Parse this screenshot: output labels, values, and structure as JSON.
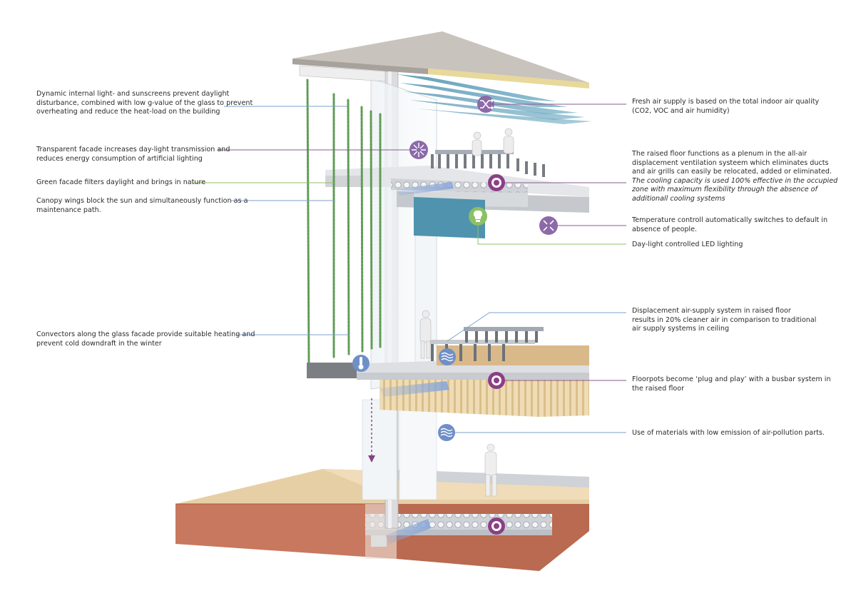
{
  "colors": {
    "leader_blue": "#7f9fcf",
    "leader_purple": "#8a5a8f",
    "leader_green": "#8cc06a",
    "icon_purple": "#8c6aa8",
    "icon_target": "#8b3f86",
    "icon_blue": "#6f8fc8",
    "icon_green": "#8cc063",
    "brick": "#c4735a",
    "timber": "#e8d2aa",
    "glass_teal": "#4f93ae",
    "steel": "#d7d7da",
    "greenery": "#5f9c55"
  },
  "icons": [
    {
      "id": "fresh-air-icon",
      "name": "shuffle-icon"
    },
    {
      "id": "air-quality-icon",
      "name": "expand-arrows-icon"
    },
    {
      "id": "plenum-icon",
      "name": "target-icon"
    },
    {
      "id": "led-icon",
      "name": "lightbulb-icon"
    },
    {
      "id": "temperature-icon",
      "name": "expand-arrows-icon"
    },
    {
      "id": "convector-icon",
      "name": "thermometer-icon"
    },
    {
      "id": "displacement-icon",
      "name": "airflow-icon"
    },
    {
      "id": "floorpot-icon",
      "name": "target-icon"
    },
    {
      "id": "materials-icon",
      "name": "airflow-icon"
    },
    {
      "id": "ground-plenum-icon",
      "name": "target-icon"
    }
  ],
  "annotations": {
    "sunscreens": {
      "lines": [
        "Dynamic internal light- and sunscreens prevent daylight",
        "disturbance, combined with low g-value of the glass to prevent",
        "overheating and reduce the heat-load on the building"
      ]
    },
    "transparent_facade": {
      "lines": [
        "Transparent facade increases day-light transmission and",
        "reduces energy consumption of artificial lighting"
      ]
    },
    "green_facade": {
      "lines": [
        "Green facade filters daylight and brings in nature"
      ]
    },
    "canopy": {
      "lines": [
        "Canopy wings block the sun and simultaneously function as a",
        "maintenance path."
      ]
    },
    "convectors": {
      "lines": [
        "Convectors along the glass facade provide suitable heating and",
        "prevent cold downdraft in the winter"
      ]
    },
    "fresh_air": {
      "lines": [
        "Fresh air supply is based on the total indoor air quality",
        "(CO2, VOC and air humidity)"
      ]
    },
    "raised_floor": {
      "lines": [
        "The raised floor functions as a plenum in the all-air",
        "displacement ventilation systeem which eliminates ducts",
        "and air grills can easily be relocated, added or eliminated."
      ],
      "italic_lines": [
        "The cooling capacity is used 100% effective in the occupied",
        "zone with maximum flexibility through the absence of",
        "additionall cooling systems"
      ]
    },
    "temperature": {
      "lines": [
        "Temperature controll automatically switches to default in",
        "absence of people."
      ]
    },
    "led": {
      "lines": [
        "Day-light controlled LED lighting"
      ]
    },
    "displacement": {
      "lines": [
        "Displacement air-supply system in raised floor",
        "results in 20% cleaner air in comparison to traditional",
        "air supply systems in ceiling"
      ]
    },
    "floorpots": {
      "lines": [
        "Floorpots become ‘plug and play’ with a busbar system in",
        "the raised floor"
      ]
    },
    "materials": {
      "lines": [
        "Use of materials with low emission of air-pollution parts."
      ]
    }
  }
}
